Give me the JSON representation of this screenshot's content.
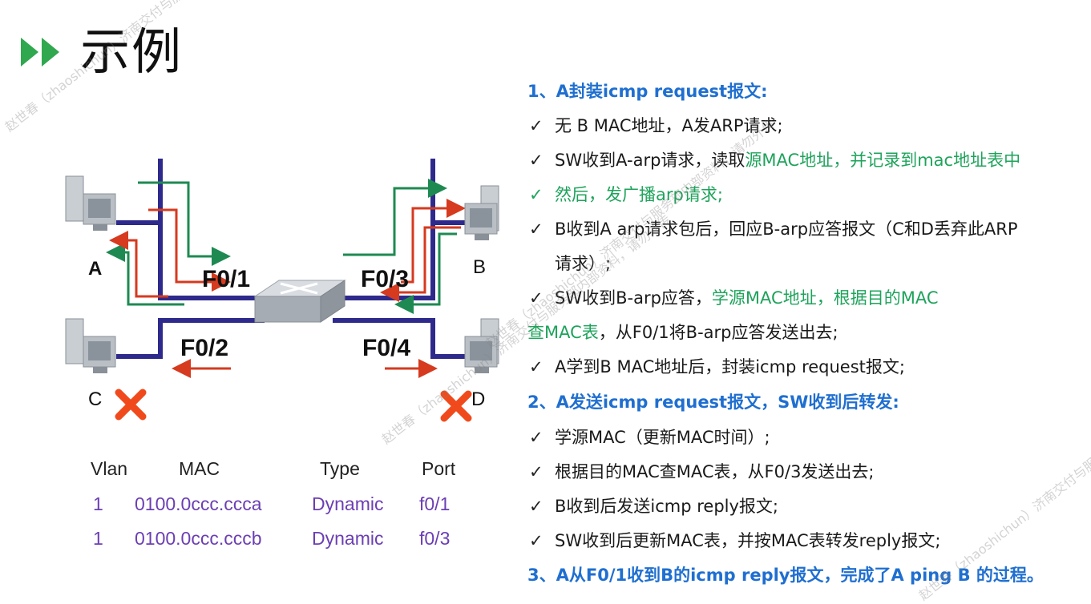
{
  "title": "示例",
  "labels": {
    "A": "A",
    "B": "B",
    "C": "C",
    "D": "D",
    "f01": "F0/1",
    "f02": "F0/2",
    "f03": "F0/3",
    "f04": "F0/4"
  },
  "mac_table": {
    "headers": [
      "Vlan",
      "MAC",
      "Type",
      "Port"
    ],
    "rows": [
      [
        "1",
        "0100.0ccc.ccca",
        "Dynamic",
        "f0/1"
      ],
      [
        "1",
        "0100.0ccc.cccb",
        "Dynamic",
        "f0/3"
      ]
    ]
  },
  "steps": {
    "h1": "1、A封装icmp request报文:",
    "s1": "无 B MAC地址，A发ARP请求;",
    "s2a": "SW收到A-arp请求，读取",
    "s2b": "源MAC地址，并记录到mac地址表中",
    "s3": "然后，发广播arp请求;",
    "s4a": "B收到A arp请求包后，回应B-arp应答报文（C和D丢弃此ARP",
    "s4b": "请求）;",
    "s5a": "SW收到B-arp应答，",
    "s5b": "学源MAC地址",
    "s5c": "，根据目的MAC",
    "s5d": "查MAC表",
    "s5e": "，从F0/1将B-arp应答发送出去;",
    "s6": "A学到B MAC地址后，封装icmp request报文;",
    "h2": "2、A发送icmp request报文，SW收到后转发:",
    "s7": "学源MAC（更新MAC时间）;",
    "s8": "根据目的MAC查MAC表，从F0/3发送出去;",
    "s9": "B收到后发送icmp reply报文;",
    "s10": "SW收到后更新MAC表，并按MAC表转发reply报文;",
    "h3": "3、A从F0/1收到B的icmp reply报文，完成了A ping B 的过程。",
    "check": "✓"
  },
  "watermarks": {
    "w1": "赵世春（zhaoshichun）济南交付与服务部内部资料，请勿外传",
    "w2": "赵世春（zhaoshichun）济南交付与服务部内部资料，请勿外传",
    "w3": "赵世春（zhaoshichun）济南交付与服务部内部资料，请勿外传",
    "w4": "赵世春（zhaoshichun）济南交付与服务部内部资料"
  },
  "colors": {
    "link": "#2e2a8c",
    "red_arrow": "#d63a1f",
    "green_arrow": "#1e8a52",
    "heading": "#1f6fd0",
    "highlight": "#1ea35b",
    "table_value": "#6b3fb3",
    "cross": "#f04a1c"
  }
}
